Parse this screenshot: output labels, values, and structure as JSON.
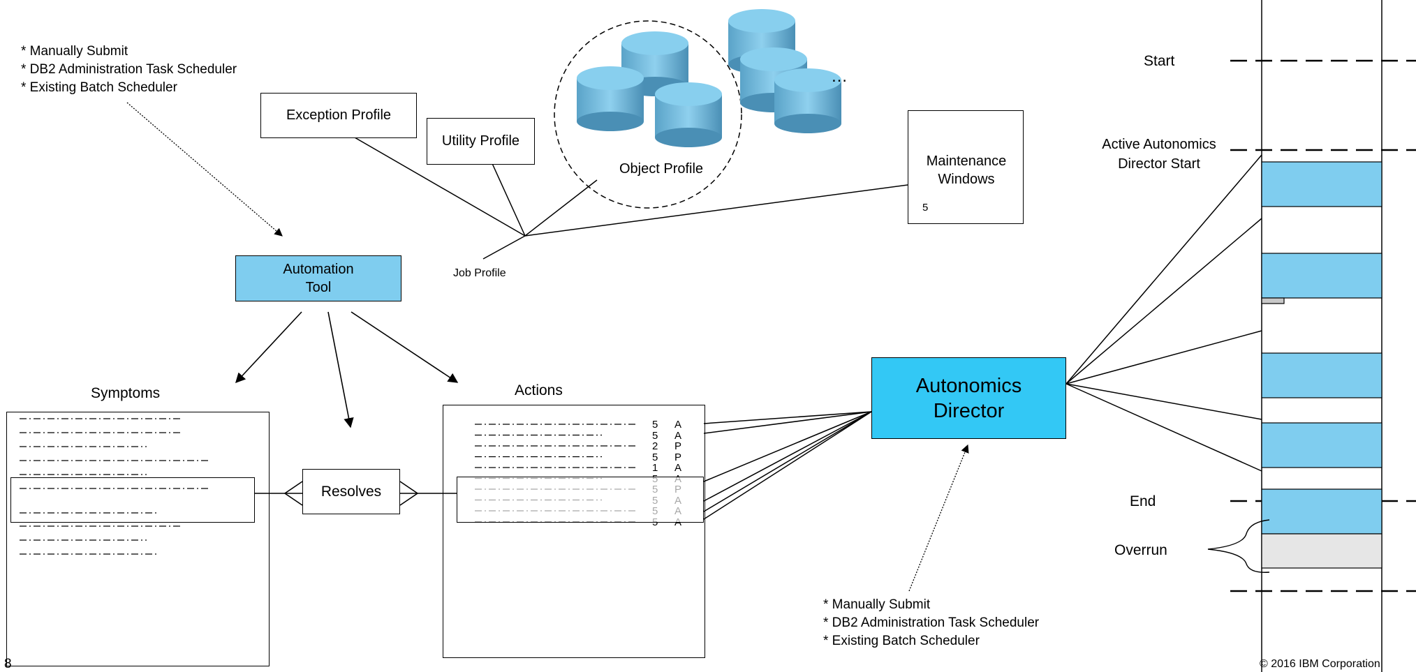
{
  "top_left_sources": [
    "* Manually Submit",
    "* DB2 Administration Task Scheduler",
    "* Existing Batch Scheduler"
  ],
  "bottom_sources": [
    "* Manually Submit",
    "* DB2 Administration Task Scheduler",
    "* Existing Batch Scheduler"
  ],
  "profiles": {
    "exception": "Exception Profile",
    "utility": "Utility Profile",
    "object": "Object Profile",
    "object_ellipsis": "…",
    "job": "Job Profile",
    "maintenance": "Maintenance Windows",
    "maintenance_number": "5"
  },
  "automation_tool": "Automation Tool",
  "symptoms_title": "Symptoms",
  "actions_title": "Actions",
  "resolves": "Resolves",
  "action_rows": [
    {
      "num": "5",
      "code": "A"
    },
    {
      "num": "5",
      "code": "A"
    },
    {
      "num": "2",
      "code": "P"
    },
    {
      "num": "5",
      "code": "P"
    },
    {
      "num": "1",
      "code": "A"
    },
    {
      "num": "5",
      "code": "A"
    },
    {
      "num": "5",
      "code": "P"
    },
    {
      "num": "5",
      "code": "A"
    },
    {
      "num": "5",
      "code": "A"
    },
    {
      "num": "5",
      "code": "A"
    }
  ],
  "autonomics_director": "Autonomics Director",
  "timeline": {
    "start": "Start",
    "active_start": "Active Autonomics Director Start",
    "end": "End",
    "overrun": "Overrun"
  },
  "page_number": "8",
  "copyright": "© 2016 IBM Corporation",
  "colors": {
    "light_blue": "#7fcdef",
    "bright_blue": "#33c8f5",
    "cylinder": "#6fb9dc",
    "overrun_gray": "#e6e6e6"
  }
}
